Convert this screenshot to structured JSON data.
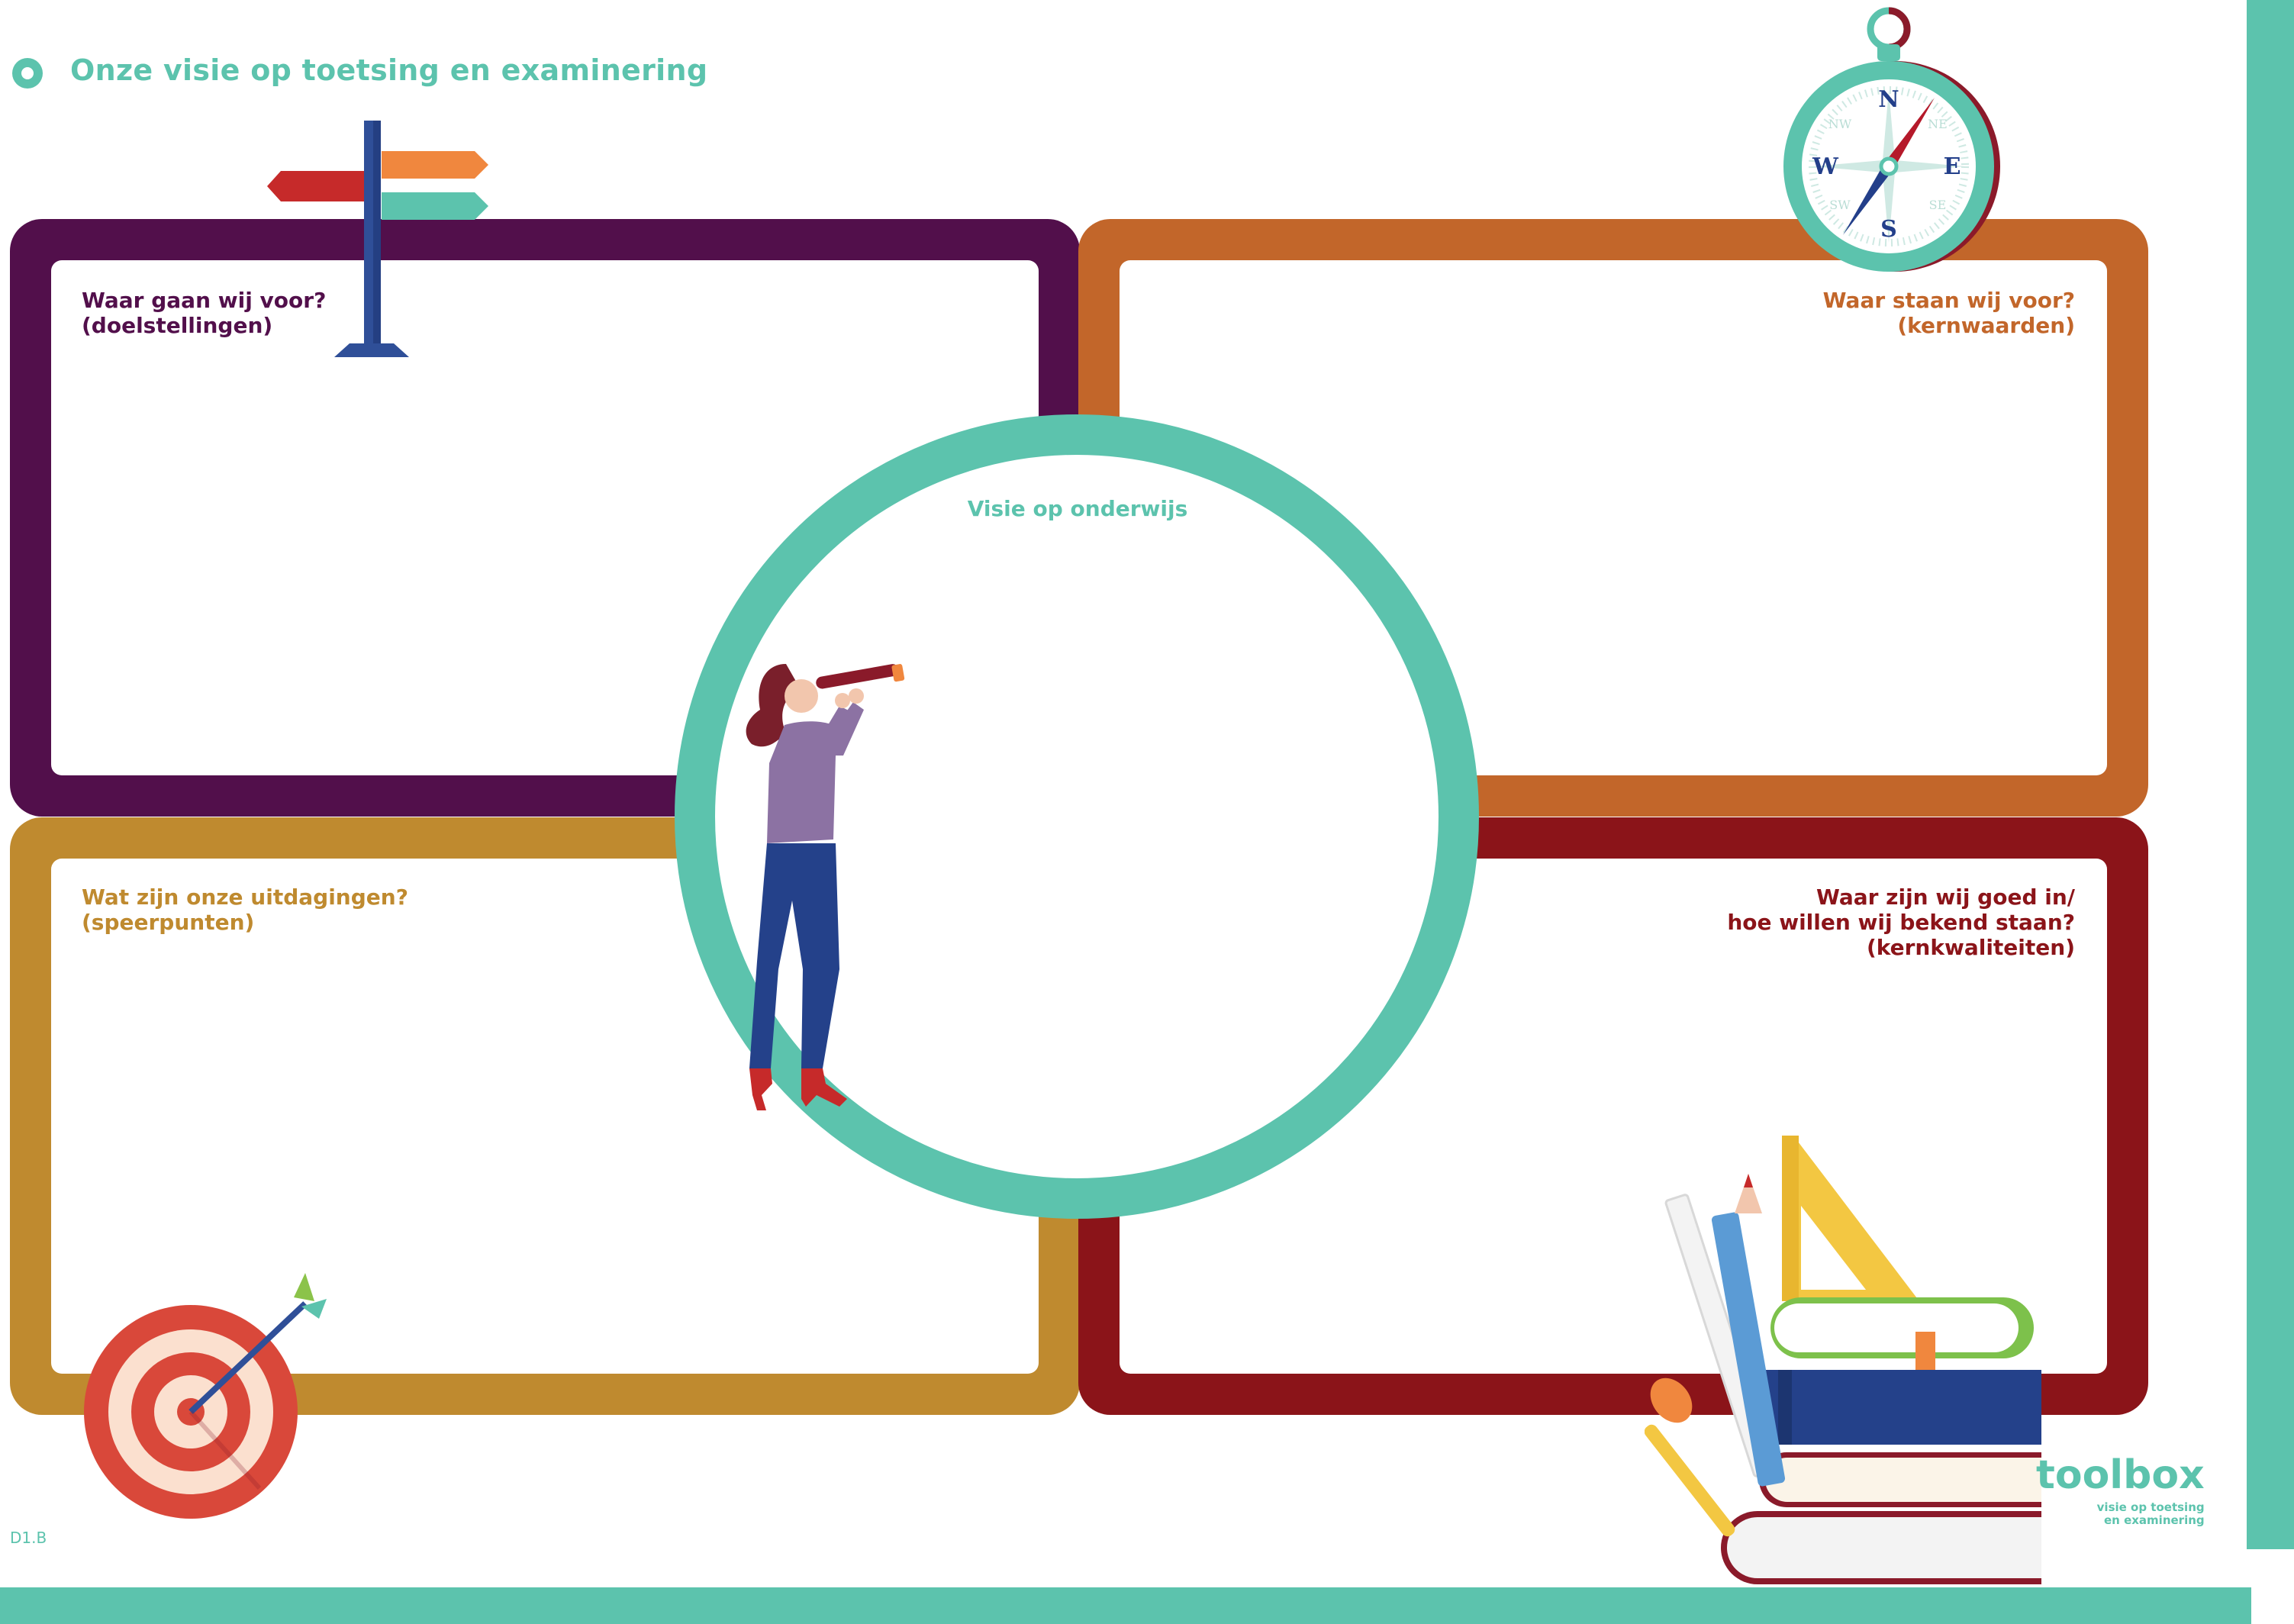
{
  "header": {
    "title": "Onze visie op toetsing en examinering"
  },
  "panels": {
    "top_left": {
      "label": "Waar gaan wij voor?\n(doelstellingen)",
      "color": "#520f4b"
    },
    "top_right": {
      "label": "Waar staan wij voor?\n(kernwaarden)",
      "color": "#c2662a"
    },
    "bottom_left": {
      "label": "Wat zijn onze uitdagingen?\n(speerpunten)",
      "color": "#bf8a2f"
    },
    "bottom_right": {
      "label": "Waar zijn wij goed in/\nhoe willen wij bekend staan?\n(kernkwaliteiten)",
      "color": "#8b1419"
    }
  },
  "center": {
    "label": "Visie op onderwijs",
    "color": "#5cc3ad"
  },
  "compass": {
    "n": "N",
    "e": "E",
    "s": "S",
    "w": "W",
    "ne": "NE",
    "nw": "NW",
    "se": "SE",
    "sw": "SW"
  },
  "footer": {
    "code": "D1.B",
    "brand": "toolbox",
    "brand_sub": "visie op toetsing\nen examinering"
  },
  "icons": [
    "signpost-icon",
    "compass-icon",
    "target-icon",
    "woman-telescope-illustration",
    "books-stationery-icon"
  ]
}
